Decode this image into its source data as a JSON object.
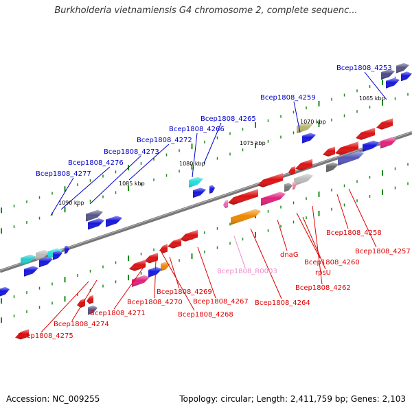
{
  "title": "Burkholderia vietnamiensis G4 chromosome 2, complete sequenc...",
  "footer": {
    "accession": "Accession: NC_009255",
    "summary": "Topology: circular; Length: 2,411,759 bp; Genes: 2,103"
  },
  "colors": {
    "backbone": "#777777",
    "tick": "#1a8a1a",
    "top_label": "#0000cc",
    "bottom_label": "#dd0000",
    "rna_label": "#ee88cc"
  },
  "scale_labels": [
    "1065 kbp",
    "1070 kbp",
    "1075 kbp",
    "1080 kbp",
    "1085 kbp",
    "1090 kbp"
  ],
  "top_labels": [
    "Bcep1808_4253",
    "Bcep1808_4259",
    "Bcep1808_4265",
    "Bcep1808_4266",
    "Bcep1808_4272",
    "Bcep1808_4273",
    "Bcep1808_4276",
    "Bcep1808_4277"
  ],
  "bottom_labels": [
    "Bcep1808_4258",
    "Bcep1808_4257",
    "dnaG",
    "Bcep1808_4260",
    "rpsU",
    "Bcep1808_4262",
    "Bcep1808_4264",
    "Bcep1808_R0003",
    "Bcep1808_4269",
    "Bcep1808_4270",
    "Bcep1808_4267",
    "Bcep1808_4268",
    "Bcep1808_4271",
    "Bcep1808_4274",
    "Bcep1808_4275"
  ]
}
